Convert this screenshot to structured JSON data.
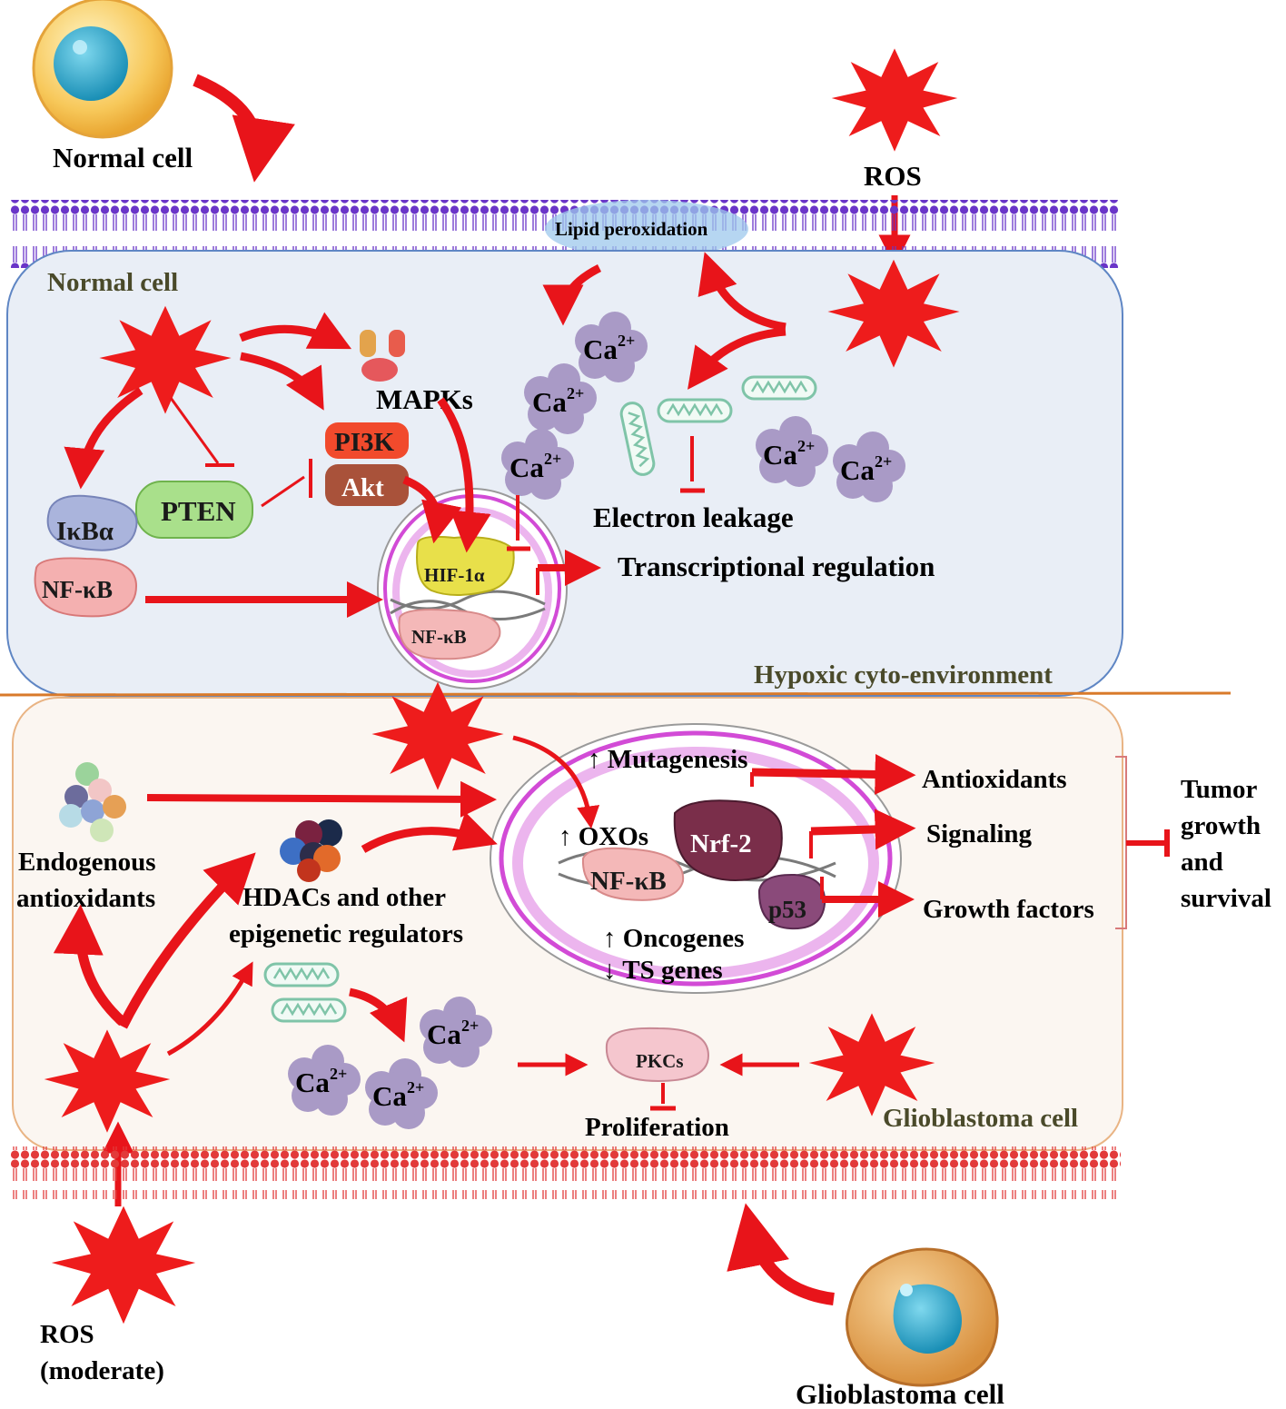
{
  "labels": {
    "normal_cell_top": "Normal cell",
    "ros_top": "ROS",
    "lipid_peroxidation": "Lipid peroxidation",
    "normal_cell_region": "Normal cell",
    "mapks": "MAPKs",
    "pi3k": "PI3K",
    "akt": "Akt",
    "pten": "PTEN",
    "ikba": "IκBα",
    "nfkb_left": "NF-κB",
    "hif1a": "HIF-1α",
    "nfkb_nucleus_top": "NF-κB",
    "ca_ion": "Ca",
    "ca_charge": "2+",
    "electron_leakage": "Electron leakage",
    "transcriptional_regulation": "Transcriptional regulation",
    "hypoxic": "Hypoxic cyto-environment",
    "mutagenesis": "↑ Mutagenesis",
    "oxos": "↑ OXOs",
    "nrf2": "Nrf-2",
    "nfkb_glio": "NF-κB",
    "p53": "p53",
    "oncogenes": "↑ Oncogenes",
    "ts_genes": "↓ TS genes",
    "antioxidants": "Antioxidants",
    "signaling": "Signaling",
    "growth_factors": "Growth factors",
    "tumor_line1": "Tumor",
    "tumor_line2": "growth",
    "tumor_line3": "and",
    "tumor_line4": "survival",
    "endogenous_line1": "Endogenous",
    "endogenous_line2": "antioxidants",
    "hdacs_line1": "HDACs and other",
    "hdacs_line2": "epigenetic regulators",
    "pkcs": "PKCs",
    "proliferation": "Proliferation",
    "glioblastoma_region": "Glioblastoma cell",
    "ros_moderate_line1": "ROS",
    "ros_moderate_line2": "(moderate)",
    "glioblastoma_cell_bottom": "Glioblastoma cell"
  },
  "colors": {
    "arrow": "#e8141a",
    "ros": "#ee1c1c",
    "upper_membrane": "#6a35c8",
    "lower_membrane": "#e23a3a",
    "normal_region": "#e9eef6",
    "glio_region": "#fbf6f1",
    "calcium": "#a99ac6",
    "nucleus_ring": "#d24bd6"
  },
  "icons": [
    "normal-cell-icon",
    "glioblastoma-cell-icon",
    "ros-burst-icon",
    "mitochondrion-icon",
    "dna-helix-icon",
    "calcium-ion-icon",
    "antioxidant-beads-icon",
    "hdac-beads-icon",
    "mapk-protein-icon"
  ]
}
